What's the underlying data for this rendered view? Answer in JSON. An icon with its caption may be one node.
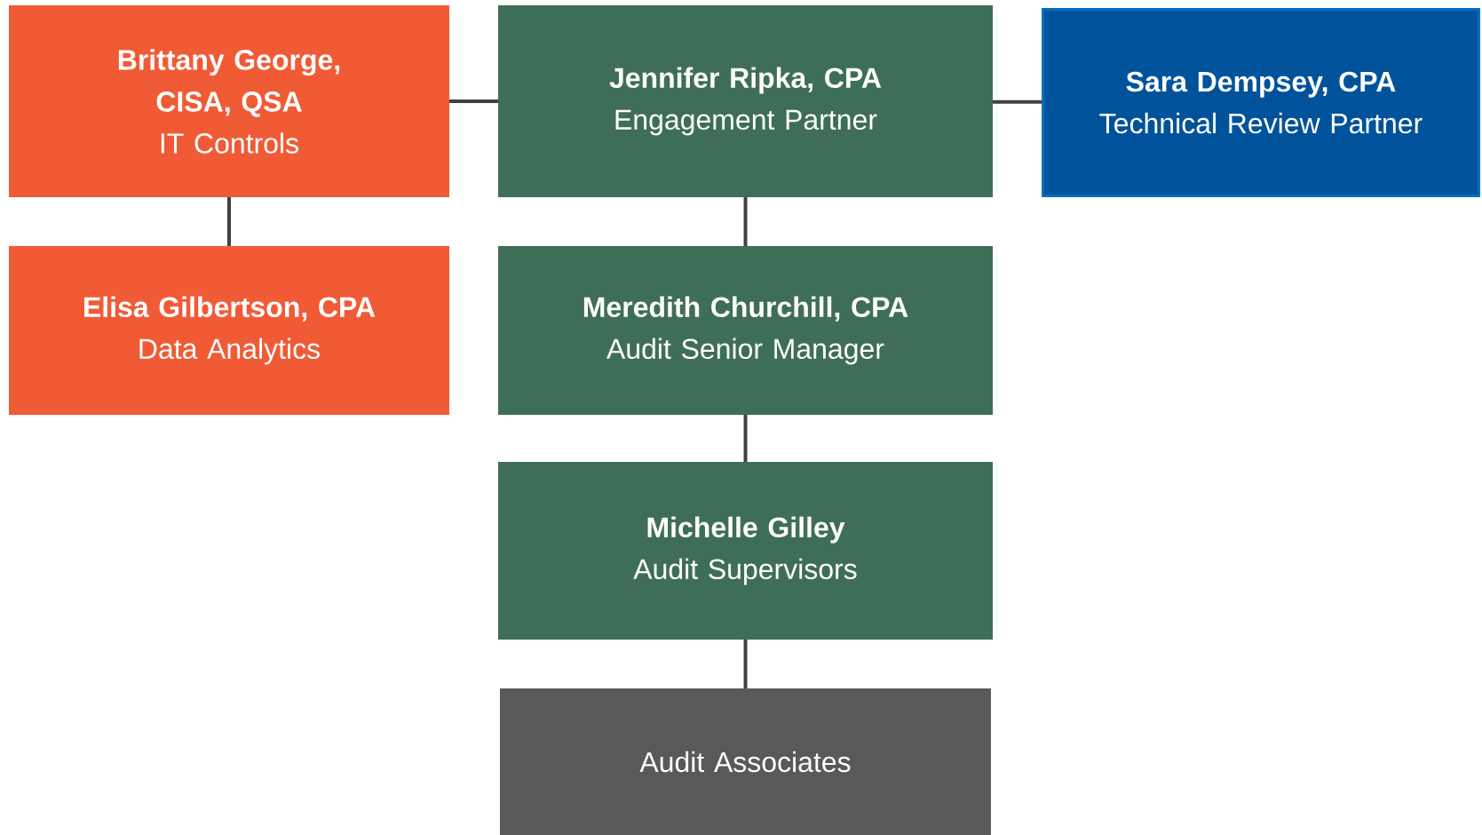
{
  "diagram": {
    "nodes": [
      {
        "text": [
          "Brittany George, CISA, QSA",
          "IT Controls"
        ]
      },
      {
        "text": [
          "Jennifer Ripka, CPA",
          "Engagement Partner"
        ]
      },
      {
        "text": [
          "Sara Dempsey, CPA",
          "Technical Review Partner"
        ]
      },
      {
        "text": [
          "Elisa Gilbertson, CPA",
          "Data Analytics"
        ]
      },
      {
        "text": [
          "Meredith Churchill, CPA",
          "Audit Senior Manager"
        ]
      },
      {
        "text": [
          "Michelle Gilley",
          "Audit Supervisors"
        ]
      },
      {
        "text": [
          "Audit Associates"
        ]
      }
    ],
    "edges": [
      {
        "from": 1,
        "to": 0,
        "arrow": "none"
      },
      {
        "from": 1,
        "to": 2,
        "arrow": "none"
      },
      {
        "from": 0,
        "to": 3,
        "arrow": "none"
      },
      {
        "from": 1,
        "to": 4,
        "arrow": "none"
      },
      {
        "from": 4,
        "to": 5,
        "arrow": "none"
      },
      {
        "from": 5,
        "to": 6,
        "arrow": "none"
      }
    ]
  }
}
